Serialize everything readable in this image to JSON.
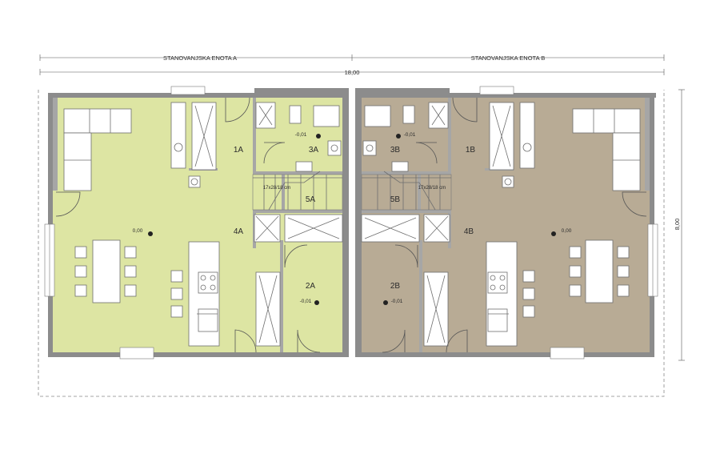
{
  "colors": {
    "unit_a": "#dde5a3",
    "unit_b": "#b8ab95",
    "wall": "#8c8c8c",
    "outline": "#7a7a7a"
  },
  "dimensions": {
    "unit_a_title": "STANOVANJSKA ENOTA A",
    "unit_b_title": "STANOVANJSKA ENOTA B",
    "total_width": "18,00",
    "total_depth": "8,00"
  },
  "rooms": {
    "r1a": "1A",
    "r2a": "2A",
    "r3a": "3A",
    "r4a": "4A",
    "r5a": "5A",
    "r1b": "1B",
    "r2b": "2B",
    "r3b": "3B",
    "r4b": "4B",
    "r5b": "5B"
  },
  "levels": {
    "living_a": "0,00",
    "bath_a": "-0,01",
    "room2_a": "-0,01",
    "living_b": "0,00",
    "bath_b": "-0,01",
    "room2_b": "-0,01"
  },
  "stairs": {
    "a": "17x28/18 cm",
    "b": "17x28/18 cm"
  }
}
